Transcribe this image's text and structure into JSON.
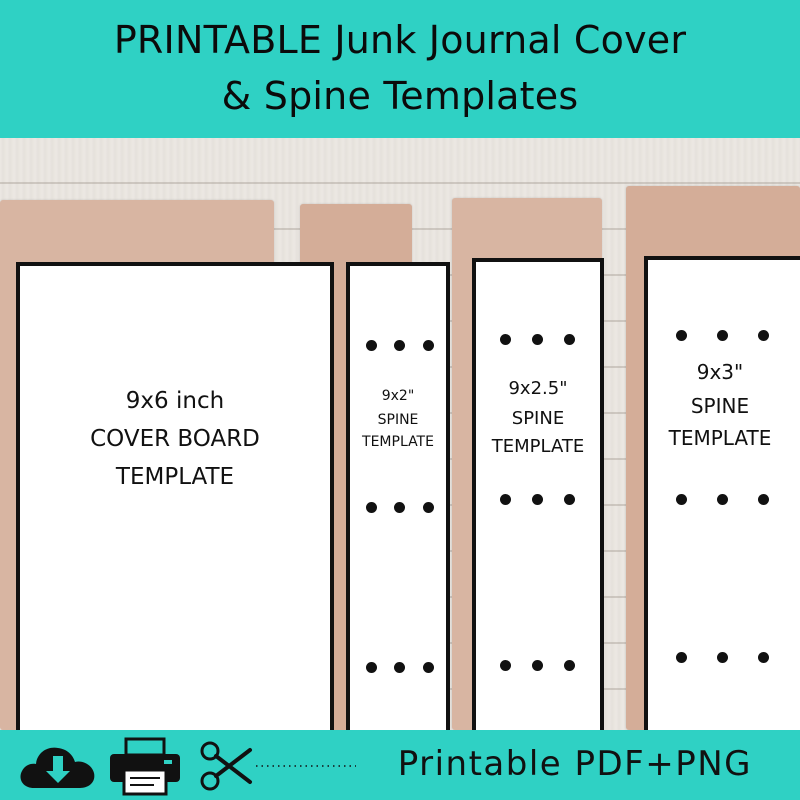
{
  "header": {
    "title_line1": "PRINTABLE Junk Journal Cover",
    "title_line2": "& Spine Templates"
  },
  "cards": {
    "cover": {
      "line1": "9x6 inch",
      "line2": "COVER BOARD",
      "line3": "TEMPLATE"
    },
    "spine1": {
      "line1": "9x2\"",
      "line2": "SPINE",
      "line3": "TEMPLATE"
    },
    "spine2": {
      "line1": "9x2.5\"",
      "line2": "SPINE",
      "line3": "TEMPLATE"
    },
    "spine3": {
      "line1": "9x3\"",
      "line2": "SPINE",
      "line3": "TEMPLATE"
    }
  },
  "footer": {
    "label": "Printable PDF+PNG",
    "icons": [
      "cloud-download-icon",
      "printer-icon",
      "scissors-icon"
    ]
  },
  "colors": {
    "accent": "#2fd1c4",
    "kraft": "#d8b5a2",
    "ink": "#111111"
  }
}
